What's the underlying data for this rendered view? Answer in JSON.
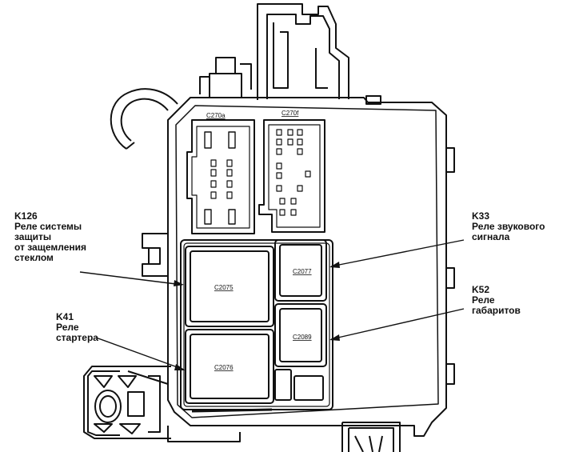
{
  "connectors": {
    "c270a": "C270a",
    "c270f": "C270f",
    "c2075": "C2075",
    "c2076": "C2076",
    "c2077": "C2077",
    "c2089": "C2089"
  },
  "callouts": {
    "k126": {
      "code": "K126",
      "lines": [
        "Реле системы",
        "защиты",
        "от защемления",
        "стеклом"
      ]
    },
    "k41": {
      "code": "K41",
      "lines": [
        "Реле",
        "стартера"
      ]
    },
    "k33": {
      "code": "K33",
      "lines": [
        "Реле звукового",
        "сигнала"
      ]
    },
    "k52": {
      "code": "K52",
      "lines": [
        "Реле",
        "габаритов"
      ]
    }
  }
}
